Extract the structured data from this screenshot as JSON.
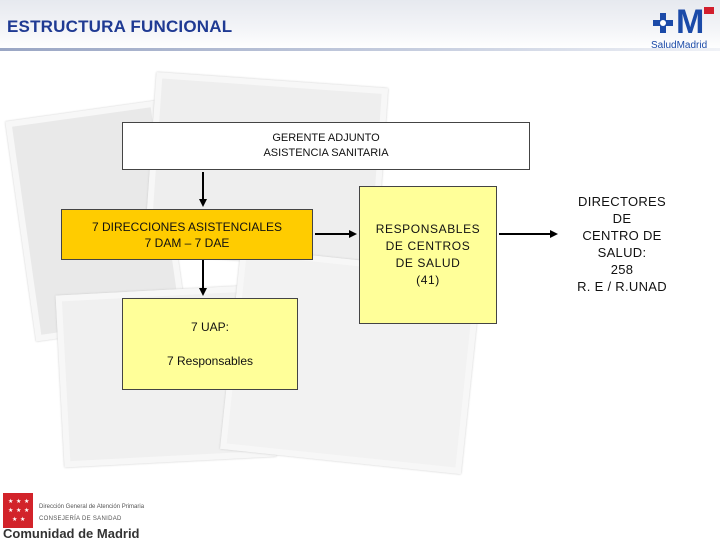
{
  "header": {
    "title": "ESTRUCTURA FUNCIONAL",
    "logo_letter": "M",
    "logo_text": "SaludMadrid"
  },
  "nodes": {
    "gerente": [
      "GERENTE ADJUNTO",
      "ASISTENCIA SANITARIA"
    ],
    "direcciones": [
      "7 DIRECCIONES ASISTENCIALES",
      "7 DAM – 7 DAE"
    ],
    "uap": [
      "7 UAP:",
      "7 Responsables"
    ],
    "responsables": [
      "RESPONSABLES",
      "DE CENTROS",
      "DE SALUD",
      "(41)"
    ],
    "directores": [
      "DIRECTORES",
      "DE",
      "CENTRO DE SALUD:",
      "258",
      "R. E / R.UNAD"
    ]
  },
  "footer": {
    "line1": "Dirección General de Atención Primaria",
    "line2": "CONSEJERÍA DE SANIDAD",
    "brand": "Comunidad de Madrid"
  },
  "colors": {
    "title": "#1f3a93",
    "direcciones_fill": "#ffcc00",
    "light_fill": "#ffff99",
    "connector": "#000000",
    "flag": "#d2232a"
  },
  "icons": [
    "salud-madrid-logo-icon",
    "comunidad-madrid-flag-icon"
  ]
}
